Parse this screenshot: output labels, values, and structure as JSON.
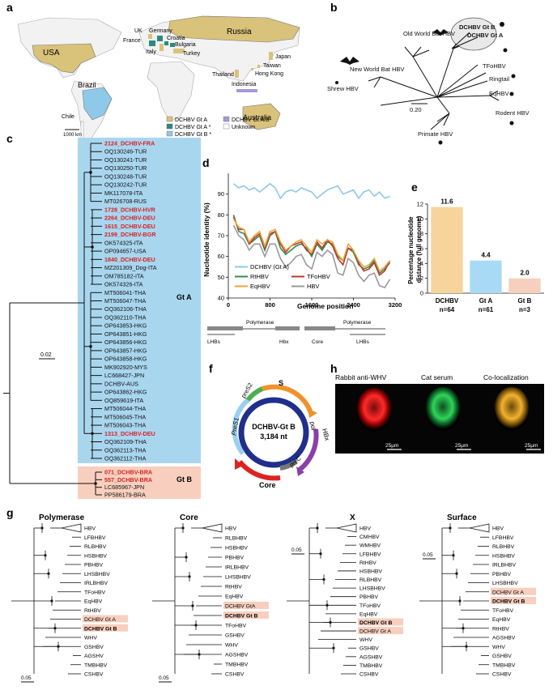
{
  "panel_labels": [
    "a",
    "b",
    "c",
    "d",
    "e",
    "f",
    "g",
    "h"
  ],
  "map": {
    "countries": [
      "Russia",
      "USA",
      "UK",
      "Germany",
      "France",
      "Croatia",
      "Bulgaria",
      "Italy",
      "Turkey",
      "Japan",
      "Taiwan",
      "Hong Kong",
      "Thailand",
      "Indonesia",
      "Brazil",
      "Chile",
      "Australia"
    ],
    "scale": "1000 km",
    "legend": [
      "DCHBV Gt A",
      "DCHBV Gt A *",
      "DCHBV Gt B *",
      "DCHBV Gt A/B",
      "Unknown"
    ],
    "legend_colors": [
      "#d9c27a",
      "#2e8a80",
      "#8ec9ea",
      "#a89ad8",
      "#ffffff"
    ]
  },
  "unrooted_tree": {
    "labels": [
      "Old World Bat HBV",
      "DCHBV Gt B",
      "DCHBV Gt A",
      "TFoHBV",
      "Ringtail",
      "New World Bat HBV",
      "EqHBV",
      "Shrew HBV",
      "Rodent HBV",
      "Primate HBV"
    ],
    "scale": "0.20"
  },
  "phylo_c": {
    "scale": "0.02",
    "gt_a_label": "Gt A",
    "gt_b_label": "Gt B",
    "gt_a_taxa": [
      {
        "name": "2124_DCHBV-FRA",
        "highlight": true
      },
      {
        "name": "OQ130246-TUR",
        "highlight": false
      },
      {
        "name": "OQ130241-TUR",
        "highlight": false
      },
      {
        "name": "OQ130250-TUR",
        "highlight": false
      },
      {
        "name": "OQ130248-TUR",
        "highlight": false
      },
      {
        "name": "OQ130242-TUR",
        "highlight": false
      },
      {
        "name": "MK117078-ITA",
        "highlight": false
      },
      {
        "name": "MT026708-RUS",
        "highlight": false
      },
      {
        "name": "1728_DCHBV-HVR",
        "highlight": true
      },
      {
        "name": "2264_DCHBV-DEU",
        "highlight": true
      },
      {
        "name": "1615_DCHBV-DEU",
        "highlight": true
      },
      {
        "name": "2199_DCHBV-BGR",
        "highlight": true
      },
      {
        "name": "OK574325-ITA",
        "highlight": false
      },
      {
        "name": "OP094657-USA",
        "highlight": false
      },
      {
        "name": "1840_DCHBV-DEU",
        "highlight": true
      },
      {
        "name": "MZ201309_Dog-ITA",
        "highlight": false
      },
      {
        "name": "OM785182-ITA",
        "highlight": false
      },
      {
        "name": "OK574326-ITA",
        "highlight": false
      },
      {
        "name": "MT506041-THA",
        "highlight": false
      },
      {
        "name": "MT506047-THA",
        "highlight": false
      },
      {
        "name": "OQ362106-THA",
        "highlight": false
      },
      {
        "name": "OQ362110-THA",
        "highlight": false
      },
      {
        "name": "OP643853-HKG",
        "highlight": false
      },
      {
        "name": "OP643851-HKG",
        "highlight": false
      },
      {
        "name": "OP643856-HKG",
        "highlight": false
      },
      {
        "name": "OP643857-HKG",
        "highlight": false
      },
      {
        "name": "OP643858-HKG",
        "highlight": false
      },
      {
        "name": "MK902920-MYS",
        "highlight": false
      },
      {
        "name": "LC668427-JPN",
        "highlight": false
      },
      {
        "name": "DCHBV-AUS",
        "highlight": false
      },
      {
        "name": "OP643862-HKG",
        "highlight": false
      },
      {
        "name": "OQ859619-ITA",
        "highlight": false
      },
      {
        "name": "MT506044-THA",
        "highlight": false
      },
      {
        "name": "MT506045-THA",
        "highlight": false
      },
      {
        "name": "MT506043-THA",
        "highlight": false
      },
      {
        "name": "1313_DCHBV-DEU",
        "highlight": true
      },
      {
        "name": "OQ362109-THA",
        "highlight": false
      },
      {
        "name": "OQ362113-THA",
        "highlight": false
      },
      {
        "name": "OQ362112-THA",
        "highlight": false
      }
    ],
    "gt_b_taxa": [
      {
        "name": "071_DCHBV-BRA",
        "highlight": true
      },
      {
        "name": "557_DCHBV-BRA",
        "highlight": true
      },
      {
        "name": "LC685967-JPN",
        "highlight": false
      },
      {
        "name": "PP586179-BRA",
        "highlight": false
      }
    ]
  },
  "chart_data": [
    {
      "type": "line",
      "title": "",
      "xlabel": "Genome position",
      "ylabel": "Nucleotide identity (%)",
      "xlim": [
        0,
        3200
      ],
      "ylim": [
        40,
        100
      ],
      "xticks": [
        0,
        800,
        1600,
        2400,
        3200
      ],
      "yticks": [
        40,
        50,
        60,
        70,
        80,
        90
      ],
      "x": [
        100,
        200,
        300,
        400,
        500,
        600,
        700,
        800,
        900,
        1000,
        1100,
        1200,
        1300,
        1400,
        1500,
        1600,
        1700,
        1800,
        1900,
        2000,
        2100,
        2200,
        2300,
        2400,
        2500,
        2600,
        2700,
        2800,
        2900,
        3000,
        3100
      ],
      "series": [
        {
          "name": "DCHBV (Gt A)",
          "color": "#8ec9ea",
          "values": [
            95,
            93,
            94,
            92,
            93,
            91,
            93,
            95,
            93,
            88,
            91,
            92,
            91,
            93,
            92,
            91,
            88,
            90,
            92,
            93,
            94,
            90,
            91,
            92,
            88,
            91,
            92,
            89,
            91,
            88,
            89
          ]
        },
        {
          "name": "RtHBV",
          "color": "#2e8b57",
          "values": [
            80,
            72,
            71,
            66,
            68,
            70,
            63,
            70,
            72,
            64,
            61,
            63,
            65,
            66,
            64,
            60,
            66,
            63,
            67,
            66,
            60,
            58,
            64,
            62,
            56,
            54,
            55,
            58,
            52,
            54,
            57
          ]
        },
        {
          "name": "TFoHBV",
          "color": "#c0392b",
          "values": [
            79,
            73,
            73,
            66,
            69,
            71,
            64,
            71,
            72,
            66,
            62,
            65,
            66,
            67,
            63,
            61,
            67,
            64,
            68,
            65,
            59,
            56,
            64,
            63,
            57,
            53,
            54,
            57,
            51,
            53,
            58
          ]
        },
        {
          "name": "EqHBV",
          "color": "#e8a63c",
          "values": [
            78,
            74,
            73,
            67,
            70,
            72,
            65,
            72,
            73,
            67,
            63,
            65,
            67,
            68,
            65,
            62,
            68,
            66,
            68,
            67,
            61,
            58,
            66,
            63,
            58,
            55,
            56,
            59,
            53,
            55,
            58
          ]
        },
        {
          "name": "HBV",
          "color": "#9a9a9a",
          "values": [
            75,
            70,
            68,
            63,
            66,
            66,
            60,
            66,
            66,
            59,
            55,
            57,
            60,
            61,
            56,
            54,
            62,
            60,
            63,
            61,
            52,
            51,
            59,
            57,
            51,
            48,
            51,
            52,
            46,
            45,
            49
          ]
        }
      ],
      "legend": "bottom",
      "genome_map": [
        "Polymerase",
        "Polymerase",
        "LHBs",
        "Hbx",
        "Core",
        "LHBs"
      ]
    },
    {
      "type": "bar",
      "title": "",
      "xlabel": "",
      "ylabel": "Percentage nucleotide distance (full genome)",
      "ylim": [
        0,
        12
      ],
      "yticks": [
        0,
        2,
        4,
        6,
        8,
        10,
        12
      ],
      "categories": [
        "DCHBV\nn=64",
        "Gt A\nn=61",
        "Gt B\nn=3"
      ],
      "category_names": [
        "DCHBV",
        "Gt A",
        "Gt B"
      ],
      "category_counts": [
        "n=64",
        "n=61",
        "n=3"
      ],
      "values": [
        11.6,
        4.4,
        2.0
      ],
      "value_labels": [
        "11.6",
        "4.4",
        "2.0"
      ],
      "colors": [
        "#f7d49b",
        "#a9daf5",
        "#f7cfbf"
      ]
    }
  ],
  "genome_f": {
    "center_title": "DCHBV-Gt B",
    "center_length": "3,184 nt",
    "labels": [
      "S",
      "preS2",
      "PreS1",
      "pol",
      "HBx",
      "preC",
      "Core"
    ]
  },
  "trees_g": [
    {
      "title": "Polymerase",
      "taxa": [
        "HBV",
        "LFBHBV",
        "RLBHBV",
        "HSBHBV",
        "PBHBV",
        "LHSBHBV",
        "IRLBHBV",
        "TFoHBV",
        "EqHBV",
        "RtHBV",
        "DCHBV Gt A",
        "DCHBV Gt B",
        "WHV",
        "GSHBV",
        "AGSHV",
        "TMBHBV",
        "CSHBV"
      ],
      "scale": "0.05"
    },
    {
      "title": "Core",
      "taxa": [
        "HBV",
        "RLBHBV",
        "HSBHBV",
        "PBHBV",
        "IRLBHBV",
        "LHSBHBV",
        "RtHBV",
        "EqHBV",
        "DCHBV GtA",
        "DCHBV Gt B",
        "TFoHBV",
        "GSHBV",
        "WHV",
        "AGSHBV",
        "TMBHBV",
        "CSHBV"
      ],
      "scale": "0.05"
    },
    {
      "title": "X",
      "taxa": [
        "HBV",
        "CMHBV",
        "WMHBV",
        "LFBHBV",
        "RtHBV",
        "HSBHBV",
        "RLBHBV",
        "LHSBHBV",
        "PBHBV",
        "TFoHBV",
        "EqHBV",
        "DCHBV Gt B",
        "DCHBV Gt A",
        "WHV",
        "GSHBV",
        "AGSHBV",
        "TMBHBV",
        "CSHBV"
      ],
      "scale": "0.05"
    },
    {
      "title": "Surface",
      "taxa": [
        "HBV",
        "LFBHBV",
        "RLBHBV",
        "HSBHBV",
        "IRLBHBV",
        "PBHBV",
        "LHSBHBV",
        "DCHBV Gt A",
        "DCHBV Gt B",
        "TFoHBV",
        "EqHBV",
        "RtHBV",
        "AGSHBV",
        "WHV",
        "GSHBV",
        "TMBHBV",
        "CSHBV"
      ],
      "scale": "0.05"
    }
  ],
  "micro_h": {
    "titles": [
      "Rabbit anti-WHV",
      "Cat serum",
      "Co-localization"
    ],
    "scale_bar": "25μm"
  }
}
